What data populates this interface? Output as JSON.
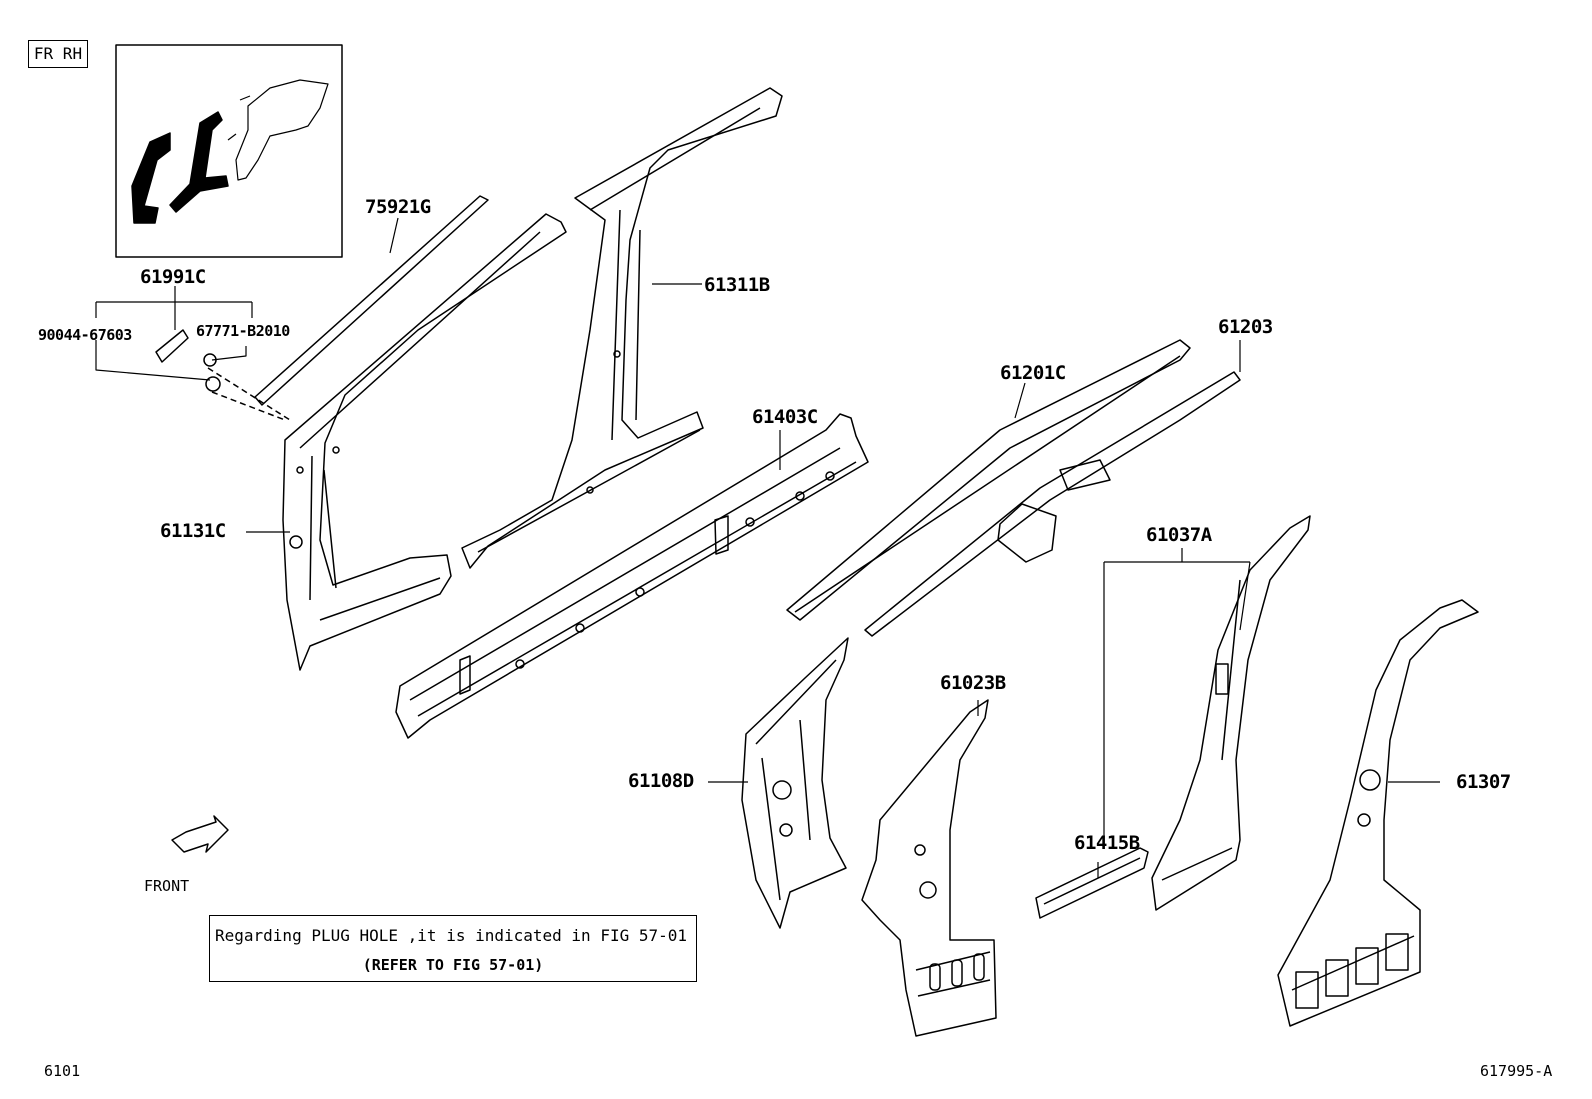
{
  "corner_tag": "FR RH",
  "parts": {
    "p75921G": "75921G",
    "p61991C": "61991C",
    "p90044": "90044-67603",
    "p67771": "67771-B2010",
    "p61311B": "61311B",
    "p61131C": "61131C",
    "p61403C": "61403C",
    "p61201C": "61201C",
    "p61203": "61203",
    "p61037A": "61037A",
    "p61023B": "61023B",
    "p61108D": "61108D",
    "p61415B": "61415B",
    "p61307": "61307"
  },
  "front_label": "FRONT",
  "note": {
    "line1": "Regarding PLUG HOLE ,it is indicated in FIG 57-01",
    "line2": "(REFER TO FIG 57-01)"
  },
  "footer": {
    "left_code": "6101",
    "right_code": "617995-A"
  }
}
